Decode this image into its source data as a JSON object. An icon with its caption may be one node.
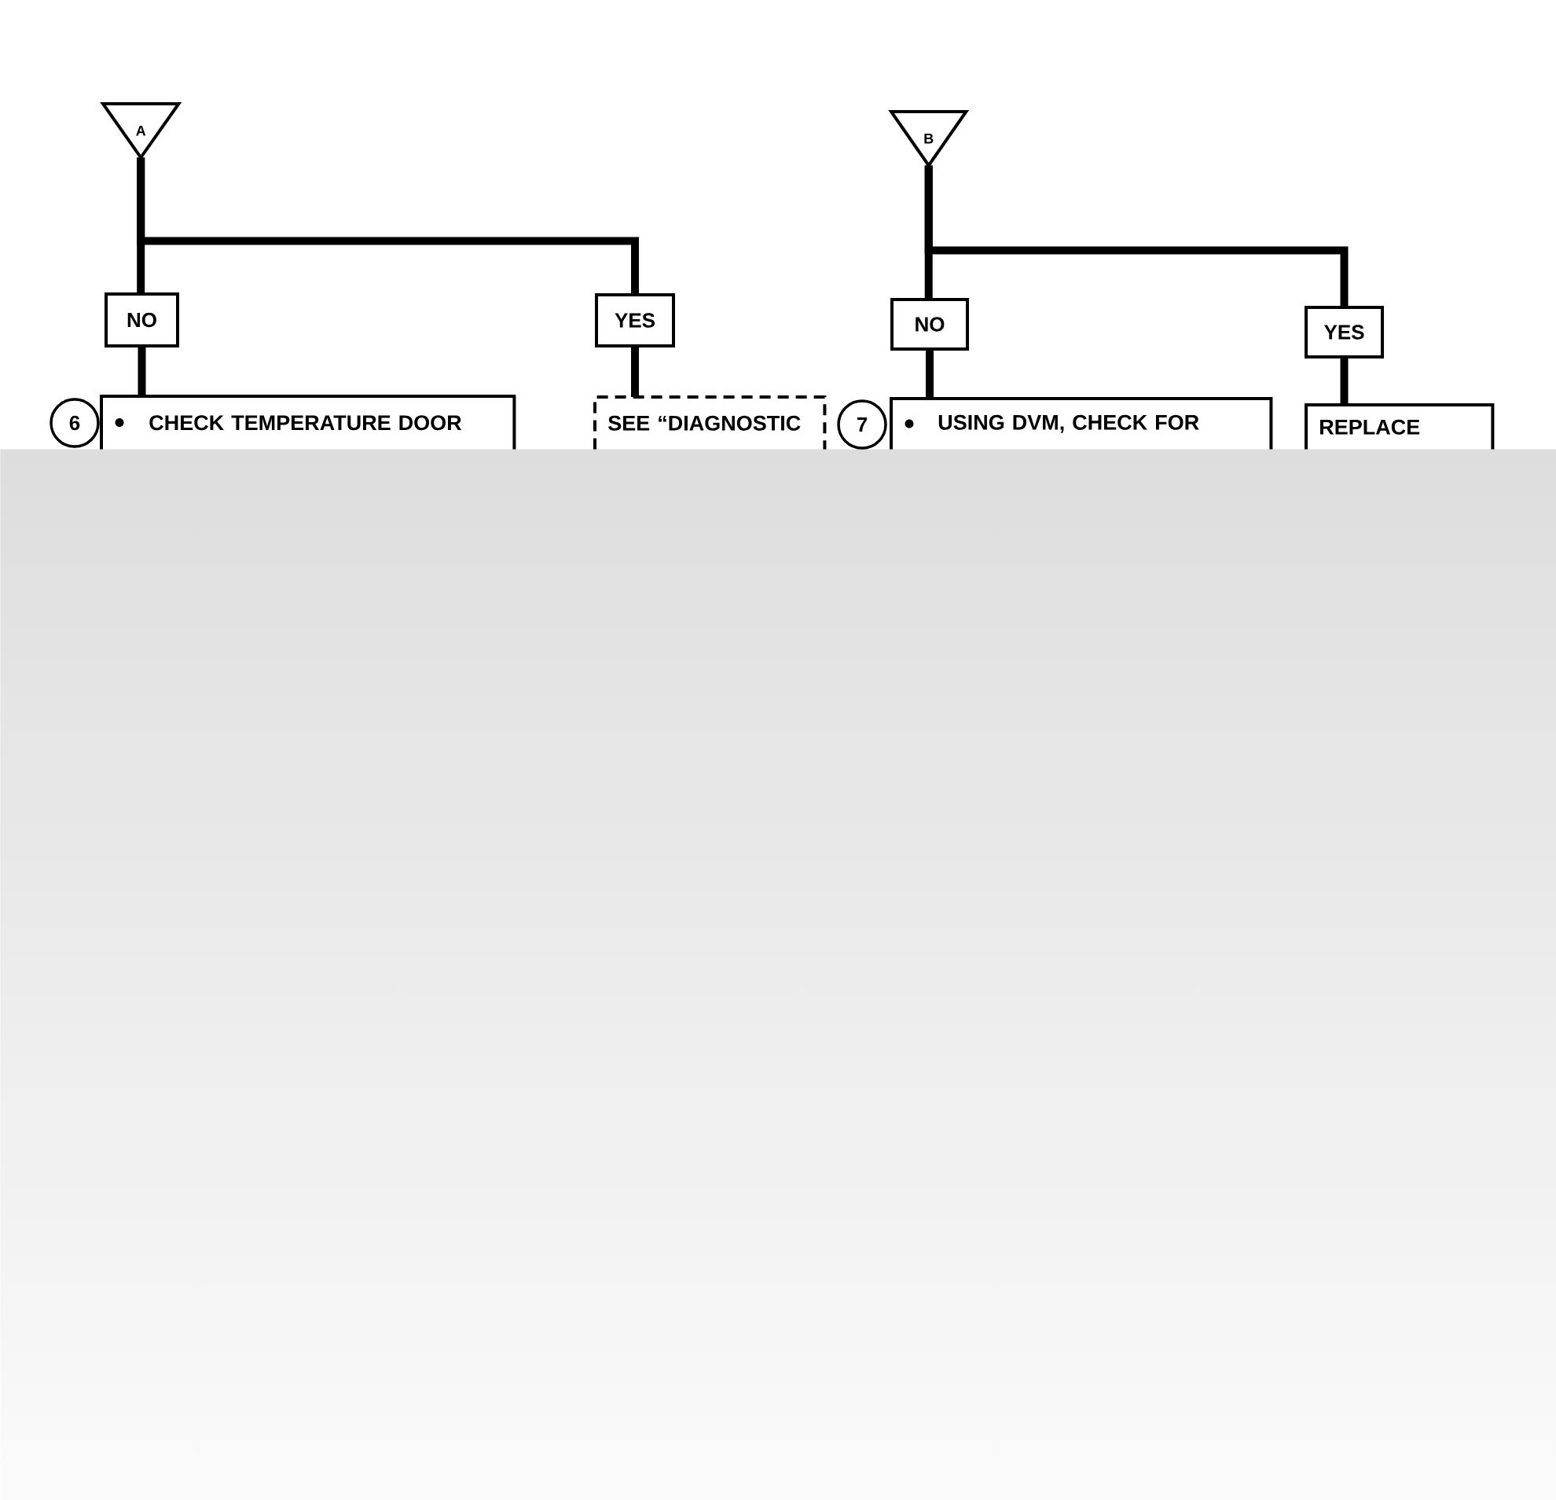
{
  "diagram": {
    "nodes": [
      {
        "text": [
          "A"
        ]
      },
      {
        "text": [
          "NO"
        ]
      },
      {
        "text": [
          "YES"
        ]
      },
      {
        "text": [
          "6"
        ]
      },
      {
        "text": [
          "CHECK TEMPERATURE DOOR"
        ]
      },
      {
        "text": [
          "SEE “DIAGNOSTIC"
        ]
      },
      {
        "text": [
          "B"
        ]
      },
      {
        "text": [
          "NO"
        ]
      },
      {
        "text": [
          "YES"
        ]
      },
      {
        "text": [
          "7"
        ]
      },
      {
        "text": [
          "USING DVM, CHECK FOR"
        ]
      },
      {
        "text": [
          "REPLACE"
        ]
      }
    ],
    "edges": [
      {
        "from": 0,
        "to": 1,
        "arrow": "none"
      },
      {
        "from": 1,
        "to": 4,
        "arrow": "none"
      },
      {
        "from": 0,
        "to": 2,
        "arrow": "none"
      },
      {
        "from": 2,
        "to": 5,
        "arrow": "none"
      },
      {
        "from": 6,
        "to": 7,
        "arrow": "none"
      },
      {
        "from": 7,
        "to": 10,
        "arrow": "none"
      },
      {
        "from": 6,
        "to": 8,
        "arrow": "none"
      },
      {
        "from": 8,
        "to": 11,
        "arrow": "none"
      }
    ]
  }
}
